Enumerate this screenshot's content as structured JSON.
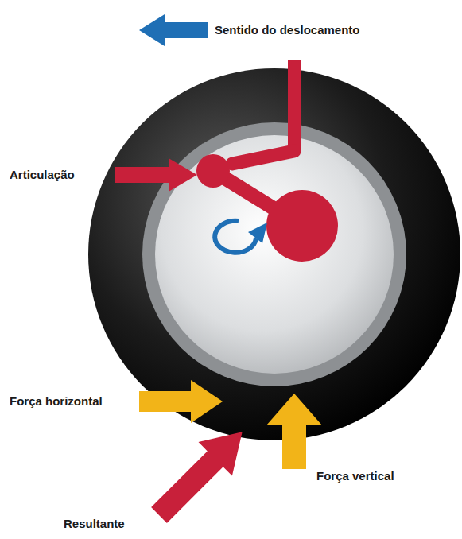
{
  "diagram": {
    "labels": [
      "Sentido do deslocamento",
      "Articulação",
      "Força horizontal",
      "Força vertical",
      "Resultante"
    ]
  }
}
